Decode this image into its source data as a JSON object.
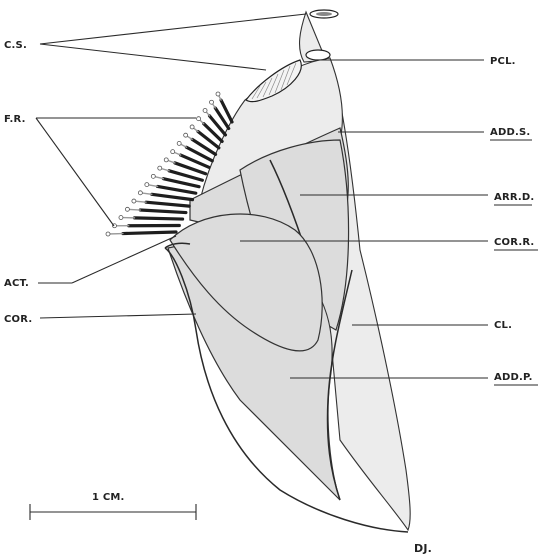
{
  "labels": {
    "cs": "C.S.",
    "fr": "F.R.",
    "act": "ACT.",
    "cor": "COR.",
    "pcl": "PCL.",
    "adds": "ADD.S.",
    "arrd": "ARR.D.",
    "corr": "COR.R.",
    "cl": "CL.",
    "addp": "ADD.P."
  },
  "scale_bar": {
    "label": "1 CM."
  },
  "signature": "DJ."
}
